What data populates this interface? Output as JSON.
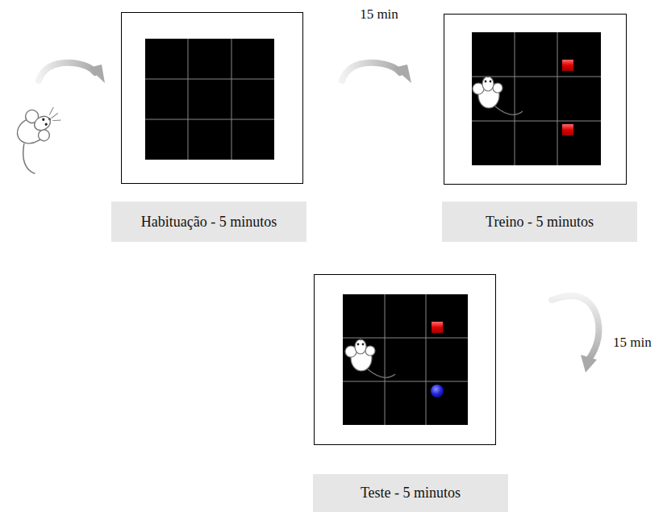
{
  "diagram": {
    "nodes": [
      {
        "text": [
          "Habituação - 5 minutos"
        ]
      },
      {
        "text": [
          "Treino - 5 minutos"
        ]
      },
      {
        "text": [
          "Teste - 5 minutos"
        ]
      }
    ],
    "labels": [
      "15 min",
      "15 min"
    ]
  }
}
